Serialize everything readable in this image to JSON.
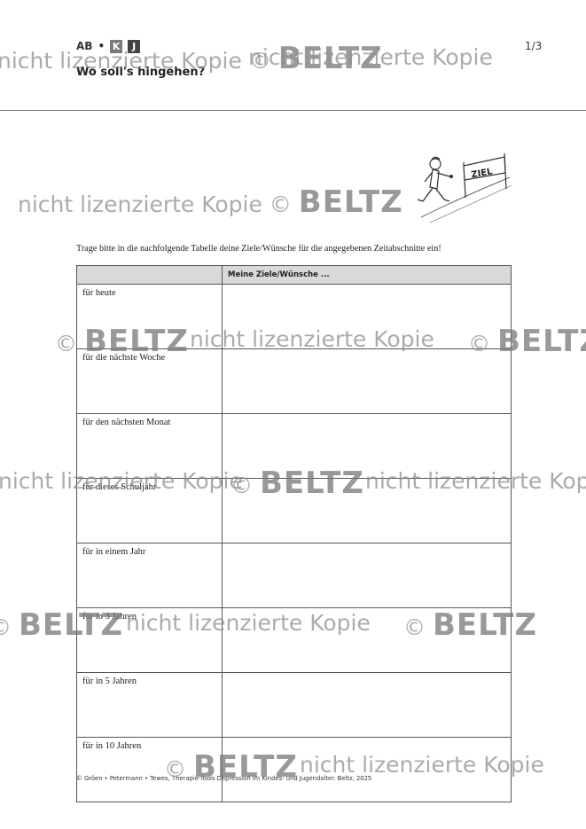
{
  "header": {
    "series": "AB",
    "separator": "•",
    "badge_k": "K",
    "badge_j": "J",
    "page_number": "1/3",
    "title": "Wo soll's hingehen?"
  },
  "illustration": {
    "sign_text": "ZIEL",
    "icon": "runner-at-finish-line-icon"
  },
  "instruction": "Trage bitte in die nachfolgende Tabelle deine Ziele/Wünsche für die angegebenen Zeitabschnitte ein!",
  "table": {
    "headers": [
      "",
      "Meine Ziele/Wünsche ..."
    ],
    "rows": [
      "für heute",
      "für die nächste Woche",
      "für den nächsten Monat",
      "für dieses Schuljahr",
      "für in einem Jahr",
      "für in 3 Jahren",
      "für in 5 Jahren",
      "für in 10 Jahren"
    ]
  },
  "footer": "© Gröen • Petermann • Tewes, Therapie-Tools Depression im Kindes- und Jugendalter. Beltz, 2025",
  "watermark": {
    "copyright": "©",
    "brand": "BELTZ",
    "text": "nicht lizenzierte Kopie"
  }
}
